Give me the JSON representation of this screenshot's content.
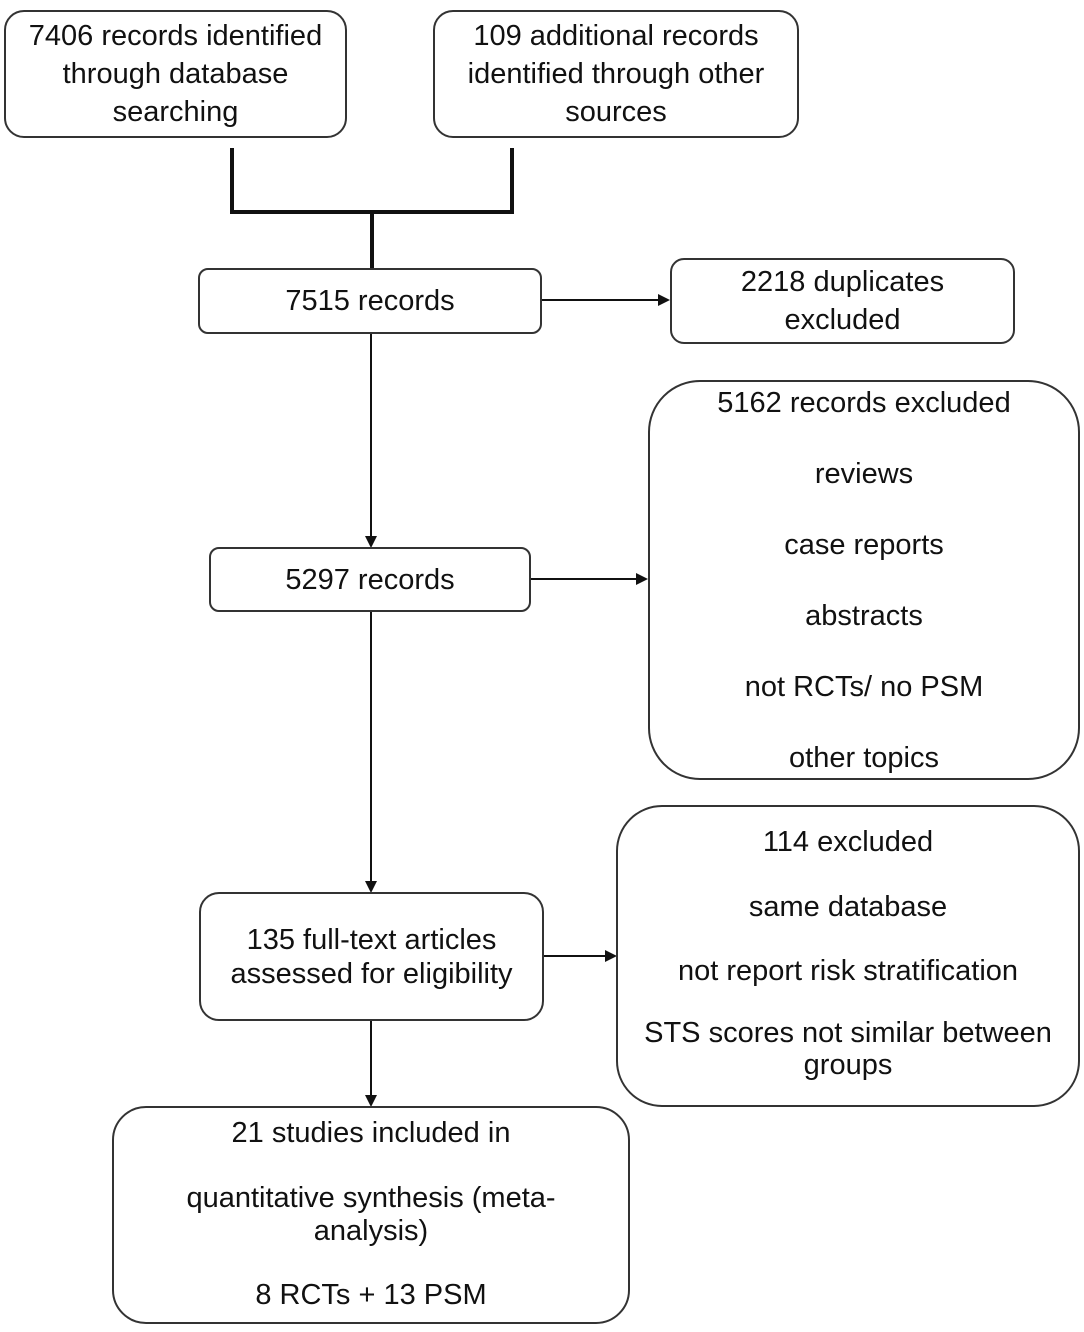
{
  "boxes": {
    "database": [
      "7406 records identified",
      "through database",
      "searching"
    ],
    "other_sources": [
      "109 additional records",
      "identified through other",
      "sources"
    ],
    "records_7515": "7515 records",
    "duplicates": [
      "2218 duplicates",
      "excluded"
    ],
    "excluded_5162": {
      "title": "5162 records excluded",
      "items": [
        "reviews",
        "case reports",
        "abstracts",
        "not RCTs/ no PSM",
        "other topics"
      ]
    },
    "records_5297": "5297 records",
    "fulltext": [
      "135 full-text articles",
      "assessed for eligibility"
    ],
    "excluded_114": {
      "title": "114 excluded",
      "items": [
        "same database",
        "not report risk stratification"
      ],
      "last_item": [
        "STS scores not similar between",
        "groups"
      ]
    },
    "included": {
      "title": "21 studies included in",
      "subtitle": [
        "quantitative synthesis (meta-",
        "analysis)"
      ],
      "footer": "8 RCTs + 13 PSM"
    }
  }
}
